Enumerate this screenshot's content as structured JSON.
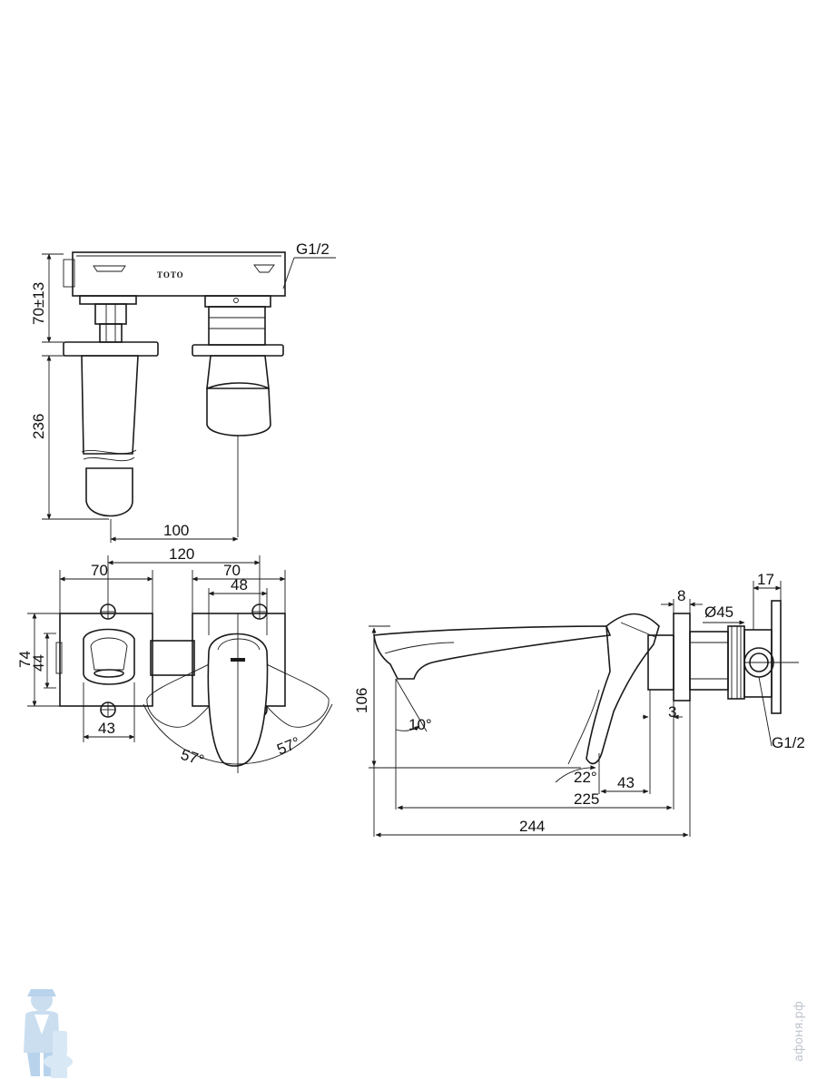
{
  "top_view": {
    "brand_label": "TOTO",
    "dim_height_70": "70±13",
    "dim_236": "236",
    "dim_100": "100",
    "thread": "G1/2"
  },
  "front_view": {
    "dim_120": "120",
    "dim_70_left": "70",
    "dim_70_right": "70",
    "dim_48": "48",
    "dim_74": "74",
    "dim_44": "44",
    "dim_43": "43",
    "angle_left": "57°",
    "angle_right": "57°"
  },
  "side_view": {
    "dim_106": "106",
    "angle_10": "10°",
    "angle_22": "22°",
    "dim_43": "43",
    "dim_225": "225",
    "dim_244": "244",
    "dim_8": "8",
    "dim_d45": "Ø45",
    "dim_17": "17",
    "dim_3": "3",
    "thread": "G1/2"
  },
  "watermark": "афоня.рф"
}
